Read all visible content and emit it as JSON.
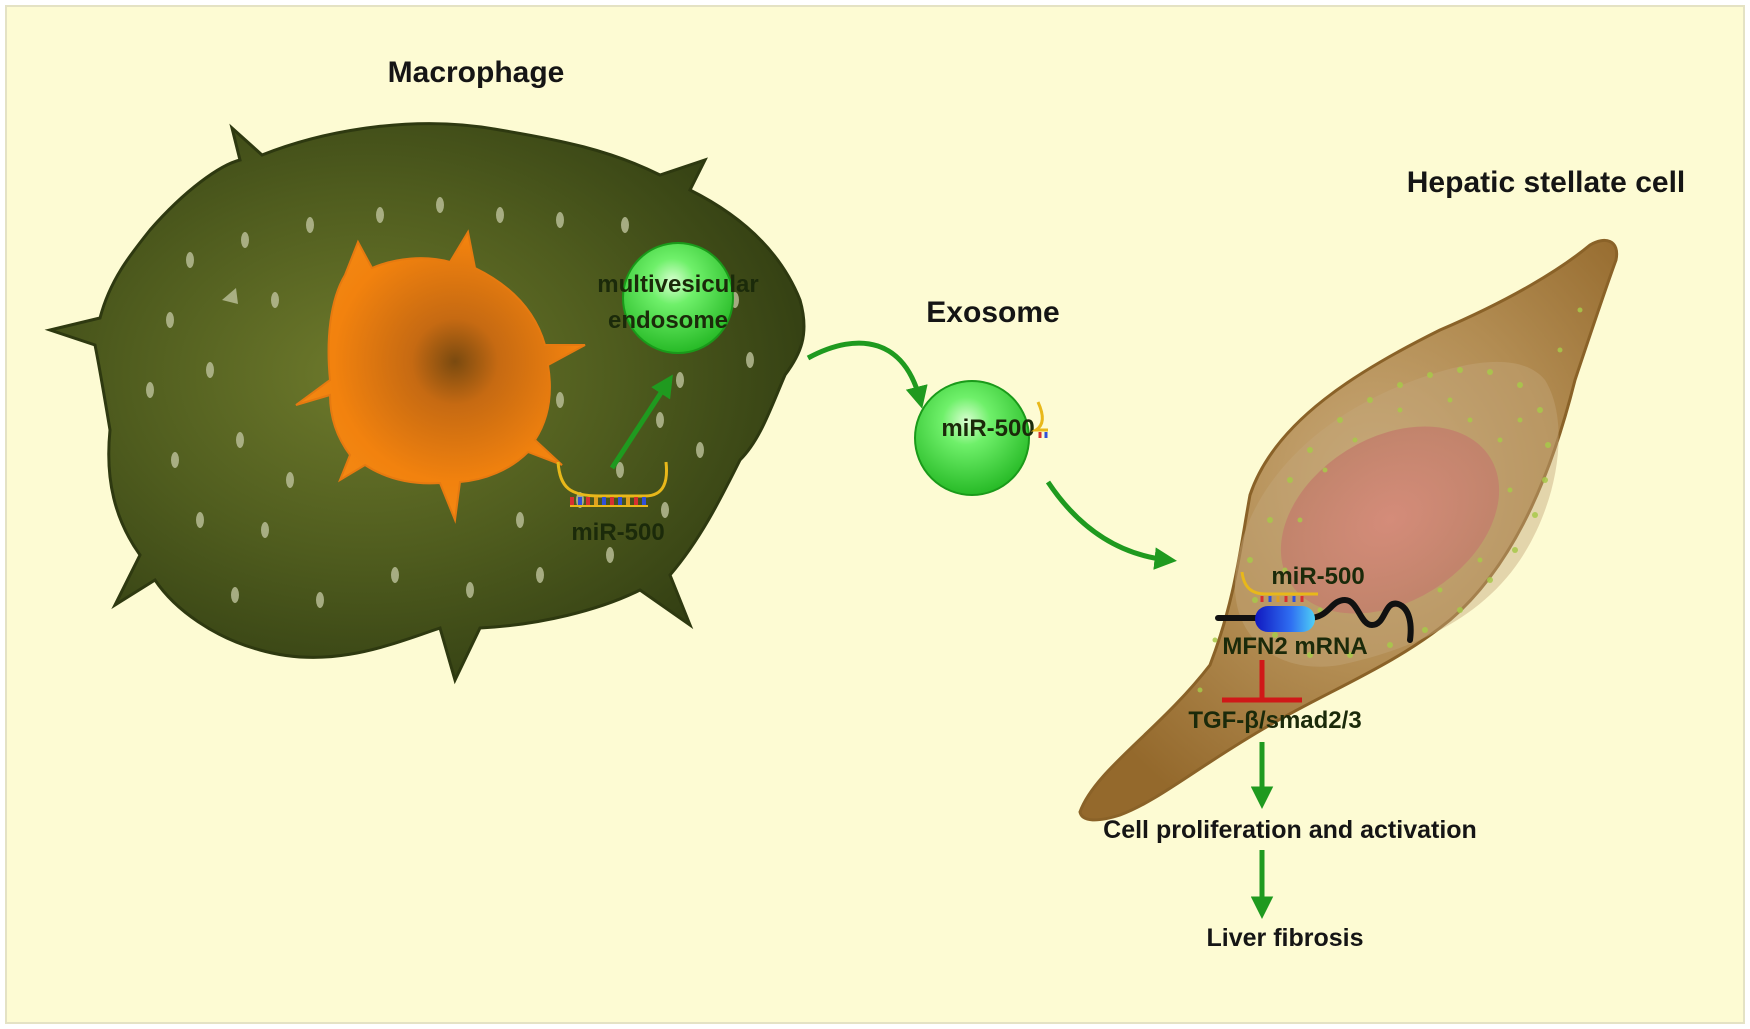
{
  "colors": {
    "background": "#fdfbd3",
    "macrophage_outer": "#3d4a17",
    "macrophage_inner": "#5f6a24",
    "nucleus": "#f07f0c",
    "vesicle": "#3fd93f",
    "arrow": "#1f9a1f",
    "inhibit": "#d01818",
    "hsc_body": "#a07a3a",
    "hsc_nucleus": "#cb8468",
    "mrna": "#111111",
    "protein": "#2b5cf0",
    "text": "#151515"
  },
  "labels": {
    "macrophage": "Macrophage",
    "hepatic_stellate_cell": "Hepatic stellate cell",
    "exosome": "Exosome",
    "mve_line1": "multivesicular",
    "mve_line2": "endosome",
    "mir_macrophage": "miR-500",
    "mir_exosome": "miR-500",
    "mir_hsc": "miR-500",
    "mfn2": "MFN2 mRNA",
    "tgf": "TGF-β/smad2/3",
    "proliferation": "Cell proliferation and activation",
    "fibrosis": "Liver fibrosis"
  },
  "icons": {
    "mirna": "mirna-strand-icon",
    "mrna": "mrna-strand-icon",
    "activation_arrow": "arrow-icon",
    "inhibition": "inhibition-bar-icon"
  }
}
